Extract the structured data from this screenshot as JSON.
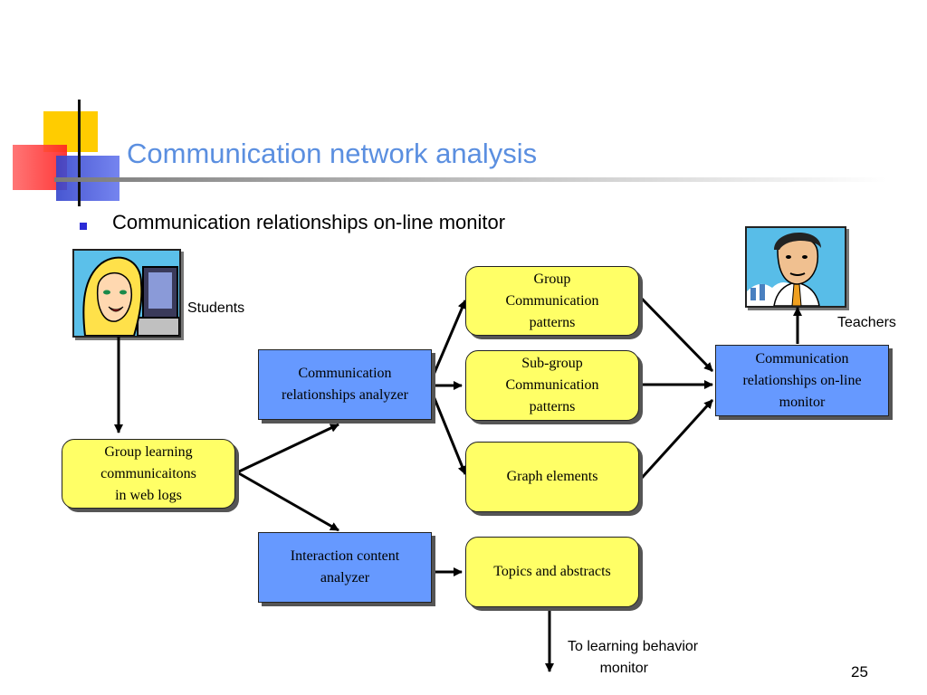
{
  "slide": {
    "title": "Communication network analysis",
    "bullet": "Communication relationships on-line monitor",
    "page_number": "25"
  },
  "labels": {
    "students": "Students",
    "teachers": "Teachers",
    "to_learning": "To learning behavior\n        monitor"
  },
  "nodes": {
    "web_logs": "Group learning\ncommunicaitons\nin web logs",
    "comm_analyzer": "Communication\nrelationships analyzer",
    "interaction_analyzer": "Interaction content\nanalyzer",
    "group_patterns": "Group\nCommunication\npatterns",
    "subgroup_patterns": "Sub-group\nCommunication\npatterns",
    "graph_elements": "Graph elements",
    "topics": "Topics and abstracts",
    "monitor": "Communication\nrelationships on-line\nmonitor"
  },
  "icons": {
    "student": "student-clipart-icon",
    "teacher": "teacher-clipart-icon",
    "bullet": "square-bullet-icon"
  },
  "colors": {
    "title": "#5b8fe0",
    "yellow_box": "#ffff66",
    "blue_box": "#6699ff",
    "bullet": "#2b2bd6"
  }
}
